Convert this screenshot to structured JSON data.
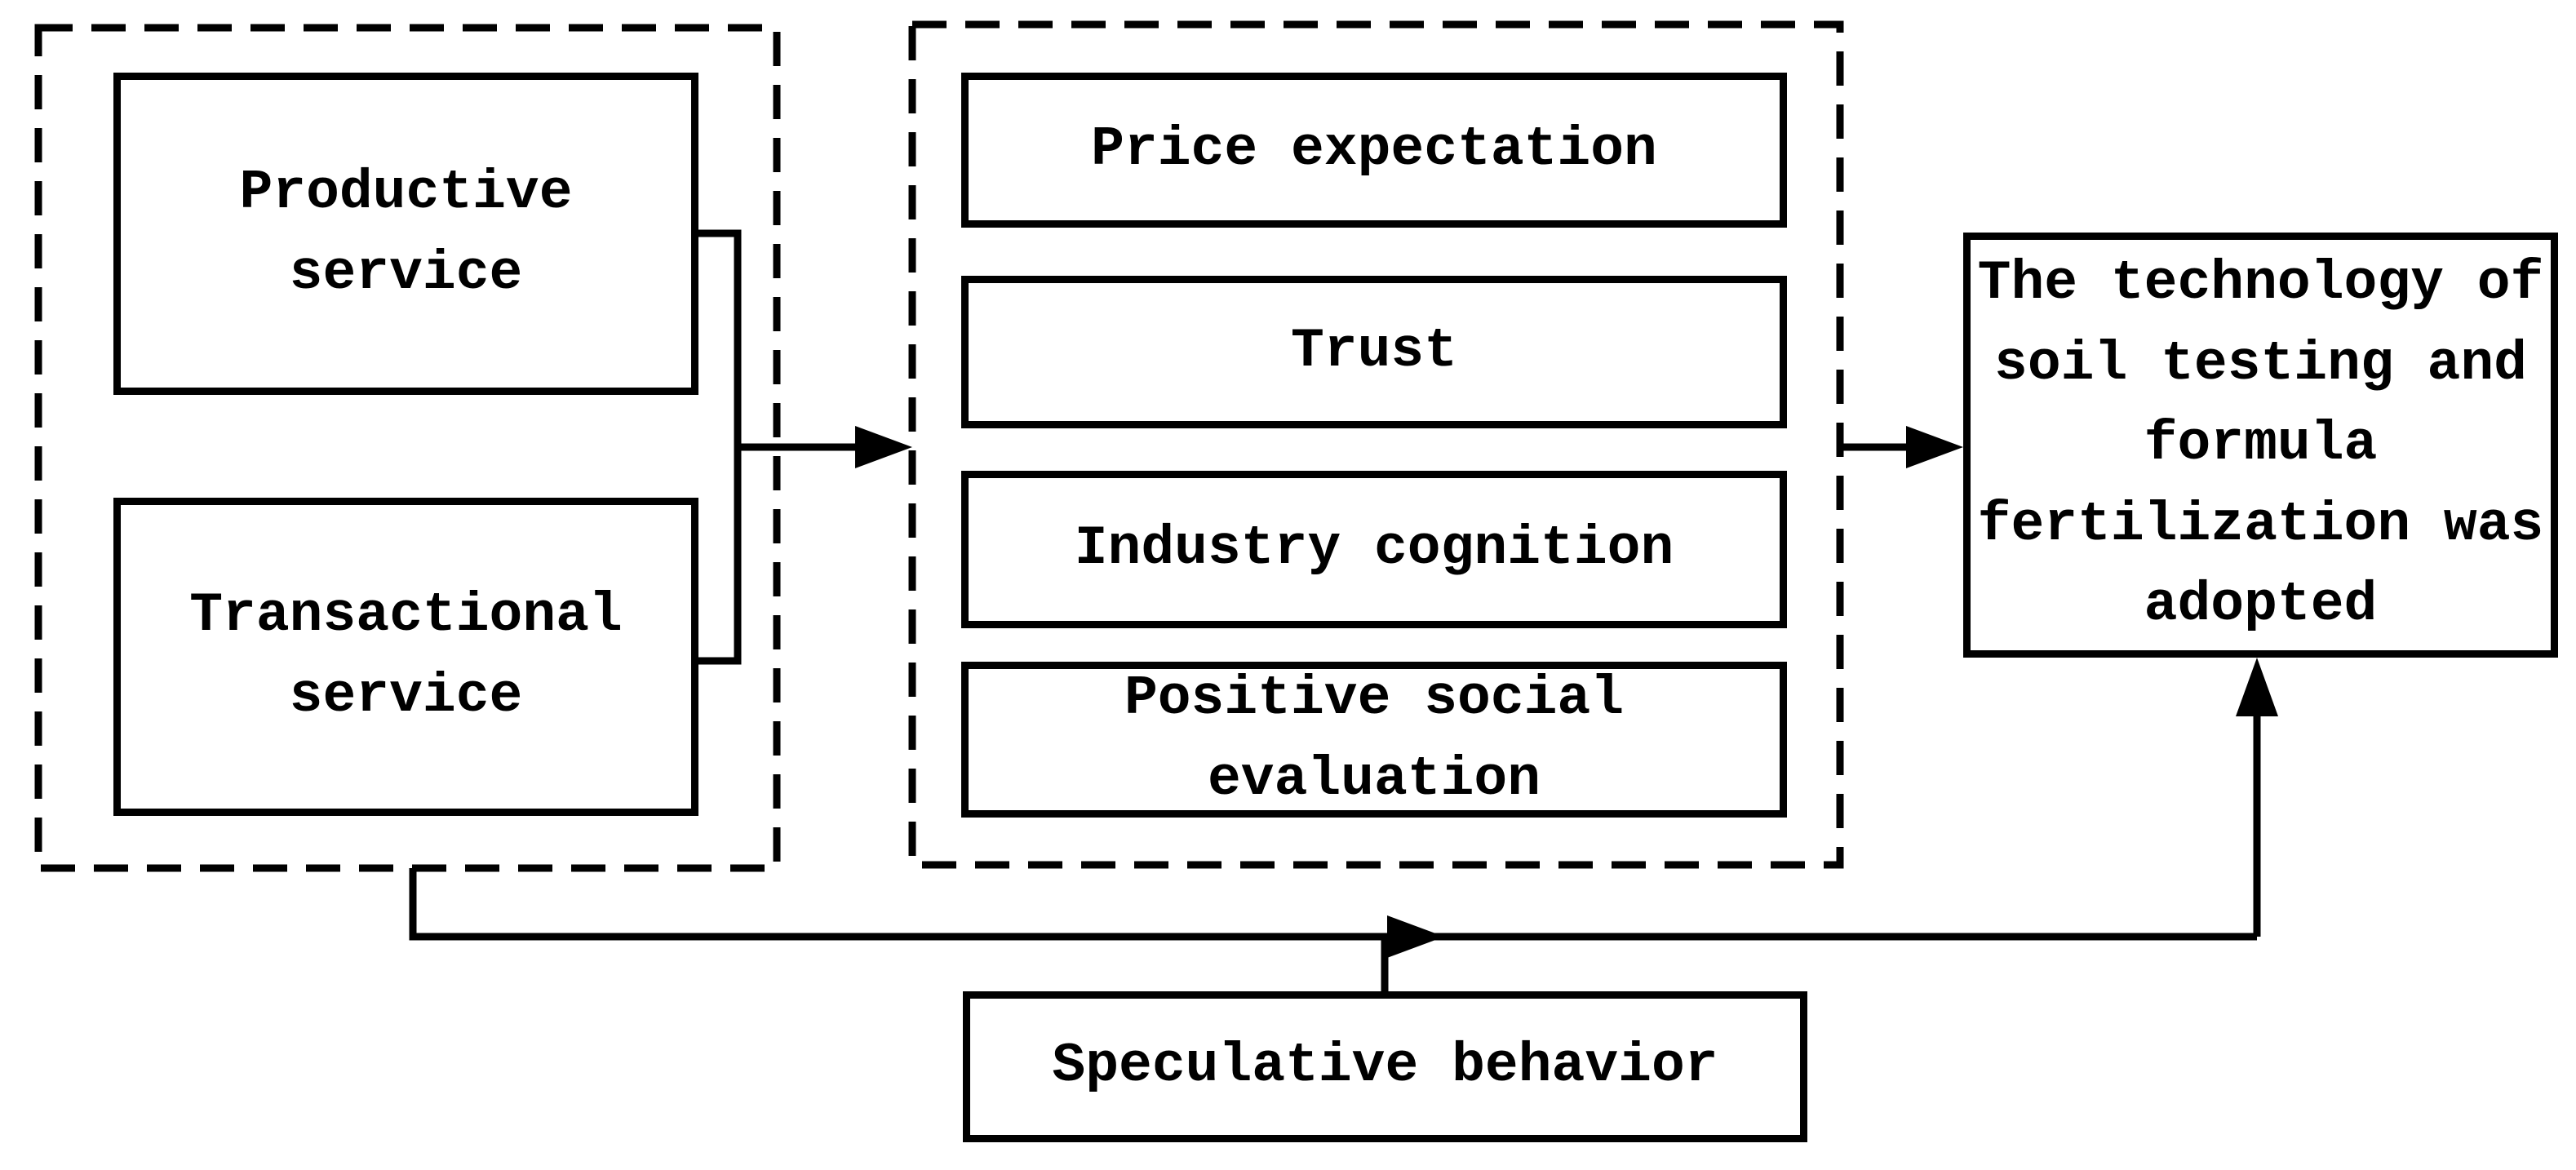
{
  "figure": {
    "background_color": "#ffffff",
    "line_color": "#000000",
    "text_color": "#000000"
  },
  "boxes": {
    "productive": {
      "label": "Productive\nservice"
    },
    "transactional": {
      "label": "Transactional\nservice"
    },
    "price": {
      "label": "Price expectation"
    },
    "trust": {
      "label": "Trust"
    },
    "industry": {
      "label": "Industry cognition"
    },
    "positive": {
      "label": "Positive social\nevaluation"
    },
    "outcome": {
      "label": "The technology of\nsoil testing and\nformula\nfertilization was\nadopted"
    },
    "speculative": {
      "label": "Speculative behavior"
    }
  },
  "groups": {
    "services": {
      "members": [
        "Productive service",
        "Transactional service"
      ]
    },
    "mediators": {
      "members": [
        "Price expectation",
        "Trust",
        "Industry cognition",
        "Positive social evaluation"
      ]
    }
  },
  "connections": [
    {
      "from": "services-group",
      "to": "mediators-group",
      "type": "arrow"
    },
    {
      "from": "mediators-group",
      "to": "outcome-box",
      "type": "arrow"
    },
    {
      "from": "services-group",
      "to": "speculative-box",
      "type": "elbow-line"
    },
    {
      "from": "speculative-path",
      "to": "outcome-box",
      "type": "arrow"
    }
  ]
}
